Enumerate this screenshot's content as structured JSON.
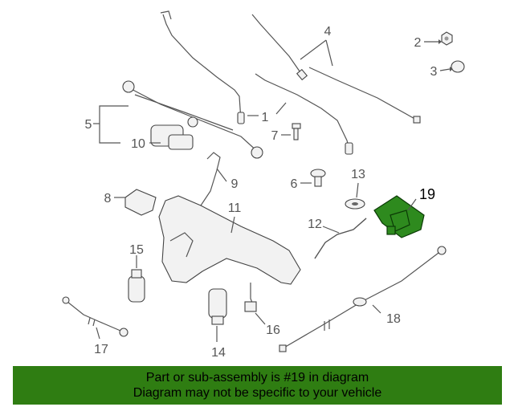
{
  "callouts": {
    "c1": "1",
    "c2": "2",
    "c3": "3",
    "c4": "4",
    "c5": "5",
    "c6": "6",
    "c7": "7",
    "c8": "8",
    "c9": "9",
    "c10": "10",
    "c11": "11",
    "c12": "12",
    "c13": "13",
    "c14": "14",
    "c15": "15",
    "c16": "16",
    "c17": "17",
    "c18": "18",
    "c19": "19"
  },
  "banner": {
    "line1": "Part or sub-assembly is #19 in diagram",
    "line2": "Diagram may not be specific to your vehicle"
  },
  "colors": {
    "highlight": "#2e8a1e",
    "banner": "#2f7d12"
  }
}
